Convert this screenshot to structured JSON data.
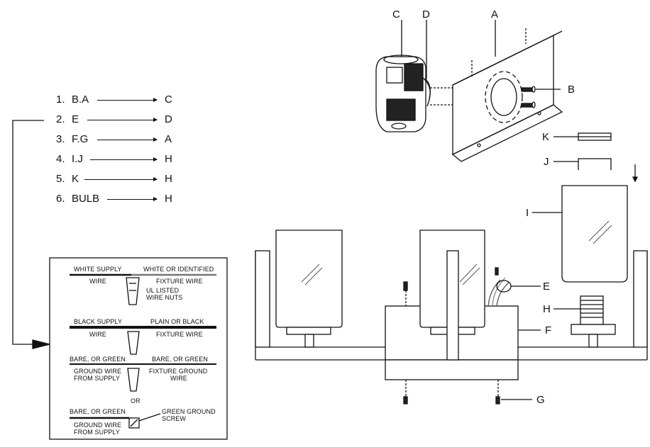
{
  "steps": [
    {
      "num": "1.",
      "src": "B.A",
      "dst": "C"
    },
    {
      "num": "2.",
      "src": "E",
      "dst": "D"
    },
    {
      "num": "3.",
      "src": "F.G",
      "dst": "A"
    },
    {
      "num": "4.",
      "src": "I.J",
      "dst": "H"
    },
    {
      "num": "5.",
      "src": "K",
      "dst": "H"
    },
    {
      "num": "6.",
      "src": "BULB",
      "dst": "H"
    }
  ],
  "parts": {
    "A": "A",
    "B": "B",
    "C": "C",
    "D": "D",
    "E": "E",
    "F": "F",
    "G": "G",
    "H": "H",
    "I": "I",
    "J": "J",
    "K": "K"
  },
  "wiring": {
    "white_supply": "WHITE SUPPLY",
    "white_supply_2": "WIRE",
    "white_fixture": "WHITE OR IDENTIFIED",
    "white_fixture_2": "FIXTURE WIRE",
    "wire_nuts": "UL LISTED",
    "wire_nuts_2": "WIRE NUTS",
    "black_supply": "BLACK SUPPLY",
    "black_supply_2": "WIRE",
    "black_fixture": "PLAIN OR BLACK",
    "black_fixture_2": "FIXTURE WIRE",
    "ground_supply": "BARE, OR GREEN",
    "ground_supply_2": "GROUND WIRE",
    "ground_supply_3": "FROM SUPPLY",
    "ground_fixture": "BARE, OR GREEN",
    "ground_fixture_2": "FIXTURE GROUND",
    "ground_fixture_3": "WIRE",
    "or": "OR",
    "ground2_supply": "BARE, OR GREEN",
    "ground2_supply_2": "GROUND WIRE",
    "ground2_supply_3": "FROM SUPPLY",
    "ground_screw": "GREEN GROUND",
    "ground_screw_2": "SCREW"
  }
}
